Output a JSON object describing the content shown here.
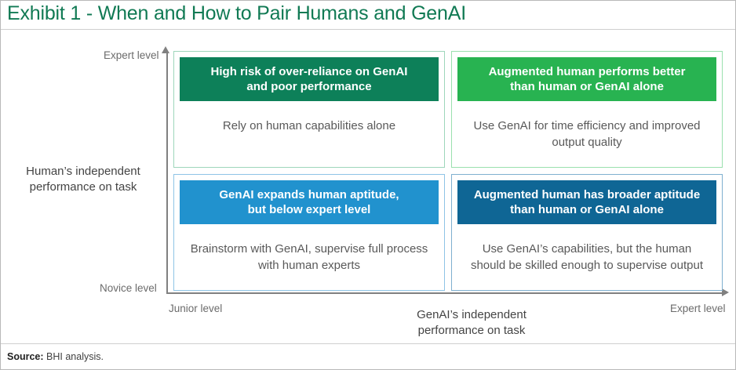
{
  "title": "Exhibit 1 - When and How to Pair Humans and GenAI",
  "colors": {
    "title": "#117a54",
    "green_dark": "#0d8059",
    "green_bright": "#28b351",
    "blue_light": "#2192ce",
    "blue_dark": "#0f6695",
    "body_text": "#595959",
    "axis": "#808080"
  },
  "axes": {
    "y": {
      "title": "Human’s independent\nperformance on task",
      "title_line1": "Human’s independent",
      "title_line2": "performance on task",
      "top_label": "Expert level",
      "bottom_label": "Novice level",
      "arrow": "up-arrow"
    },
    "x": {
      "title_line1": "GenAI’s independent",
      "title_line2": "performance on task",
      "left_label": "Junior level",
      "right_label": "Expert level",
      "arrow": "right-arrow"
    }
  },
  "quadrants": [
    {
      "id": "top-left",
      "header": "High risk of over-reliance on GenAI and poor performance",
      "header_line1": "High risk of over-reliance on GenAI",
      "header_line2": "and poor performance",
      "body": "Rely on human capabilities alone",
      "header_color": "#0d8059",
      "border_color": "#9ed6bb"
    },
    {
      "id": "top-right",
      "header": "Augmented human performs better than human or GenAI alone",
      "header_line1": "Augmented human performs better",
      "header_line2": "than human or GenAI alone",
      "body": "Use GenAI for time efficiency and improved output quality",
      "header_color": "#28b351",
      "border_color": "#9ae0ae"
    },
    {
      "id": "bottom-left",
      "header": "GenAI expands human aptitude, but below expert level",
      "header_line1": "GenAI expands human aptitude,",
      "header_line2": "but below expert level",
      "body": "Brainstorm with GenAI, supervise full process with human experts",
      "header_color": "#2192ce",
      "border_color": "#8fc4e6"
    },
    {
      "id": "bottom-right",
      "header": "Augmented human has broader aptitude than human or GenAI alone",
      "header_line1": "Augmented human has broader aptitude",
      "header_line2": "than human or GenAI alone",
      "body": "Use GenAI’s capabilities, but the human should be skilled enough to supervise output",
      "header_color": "#0f6695",
      "border_color": "#7fb0d0"
    }
  ],
  "footer": {
    "source_label": "Source:",
    "source_text": "BHI analysis."
  }
}
